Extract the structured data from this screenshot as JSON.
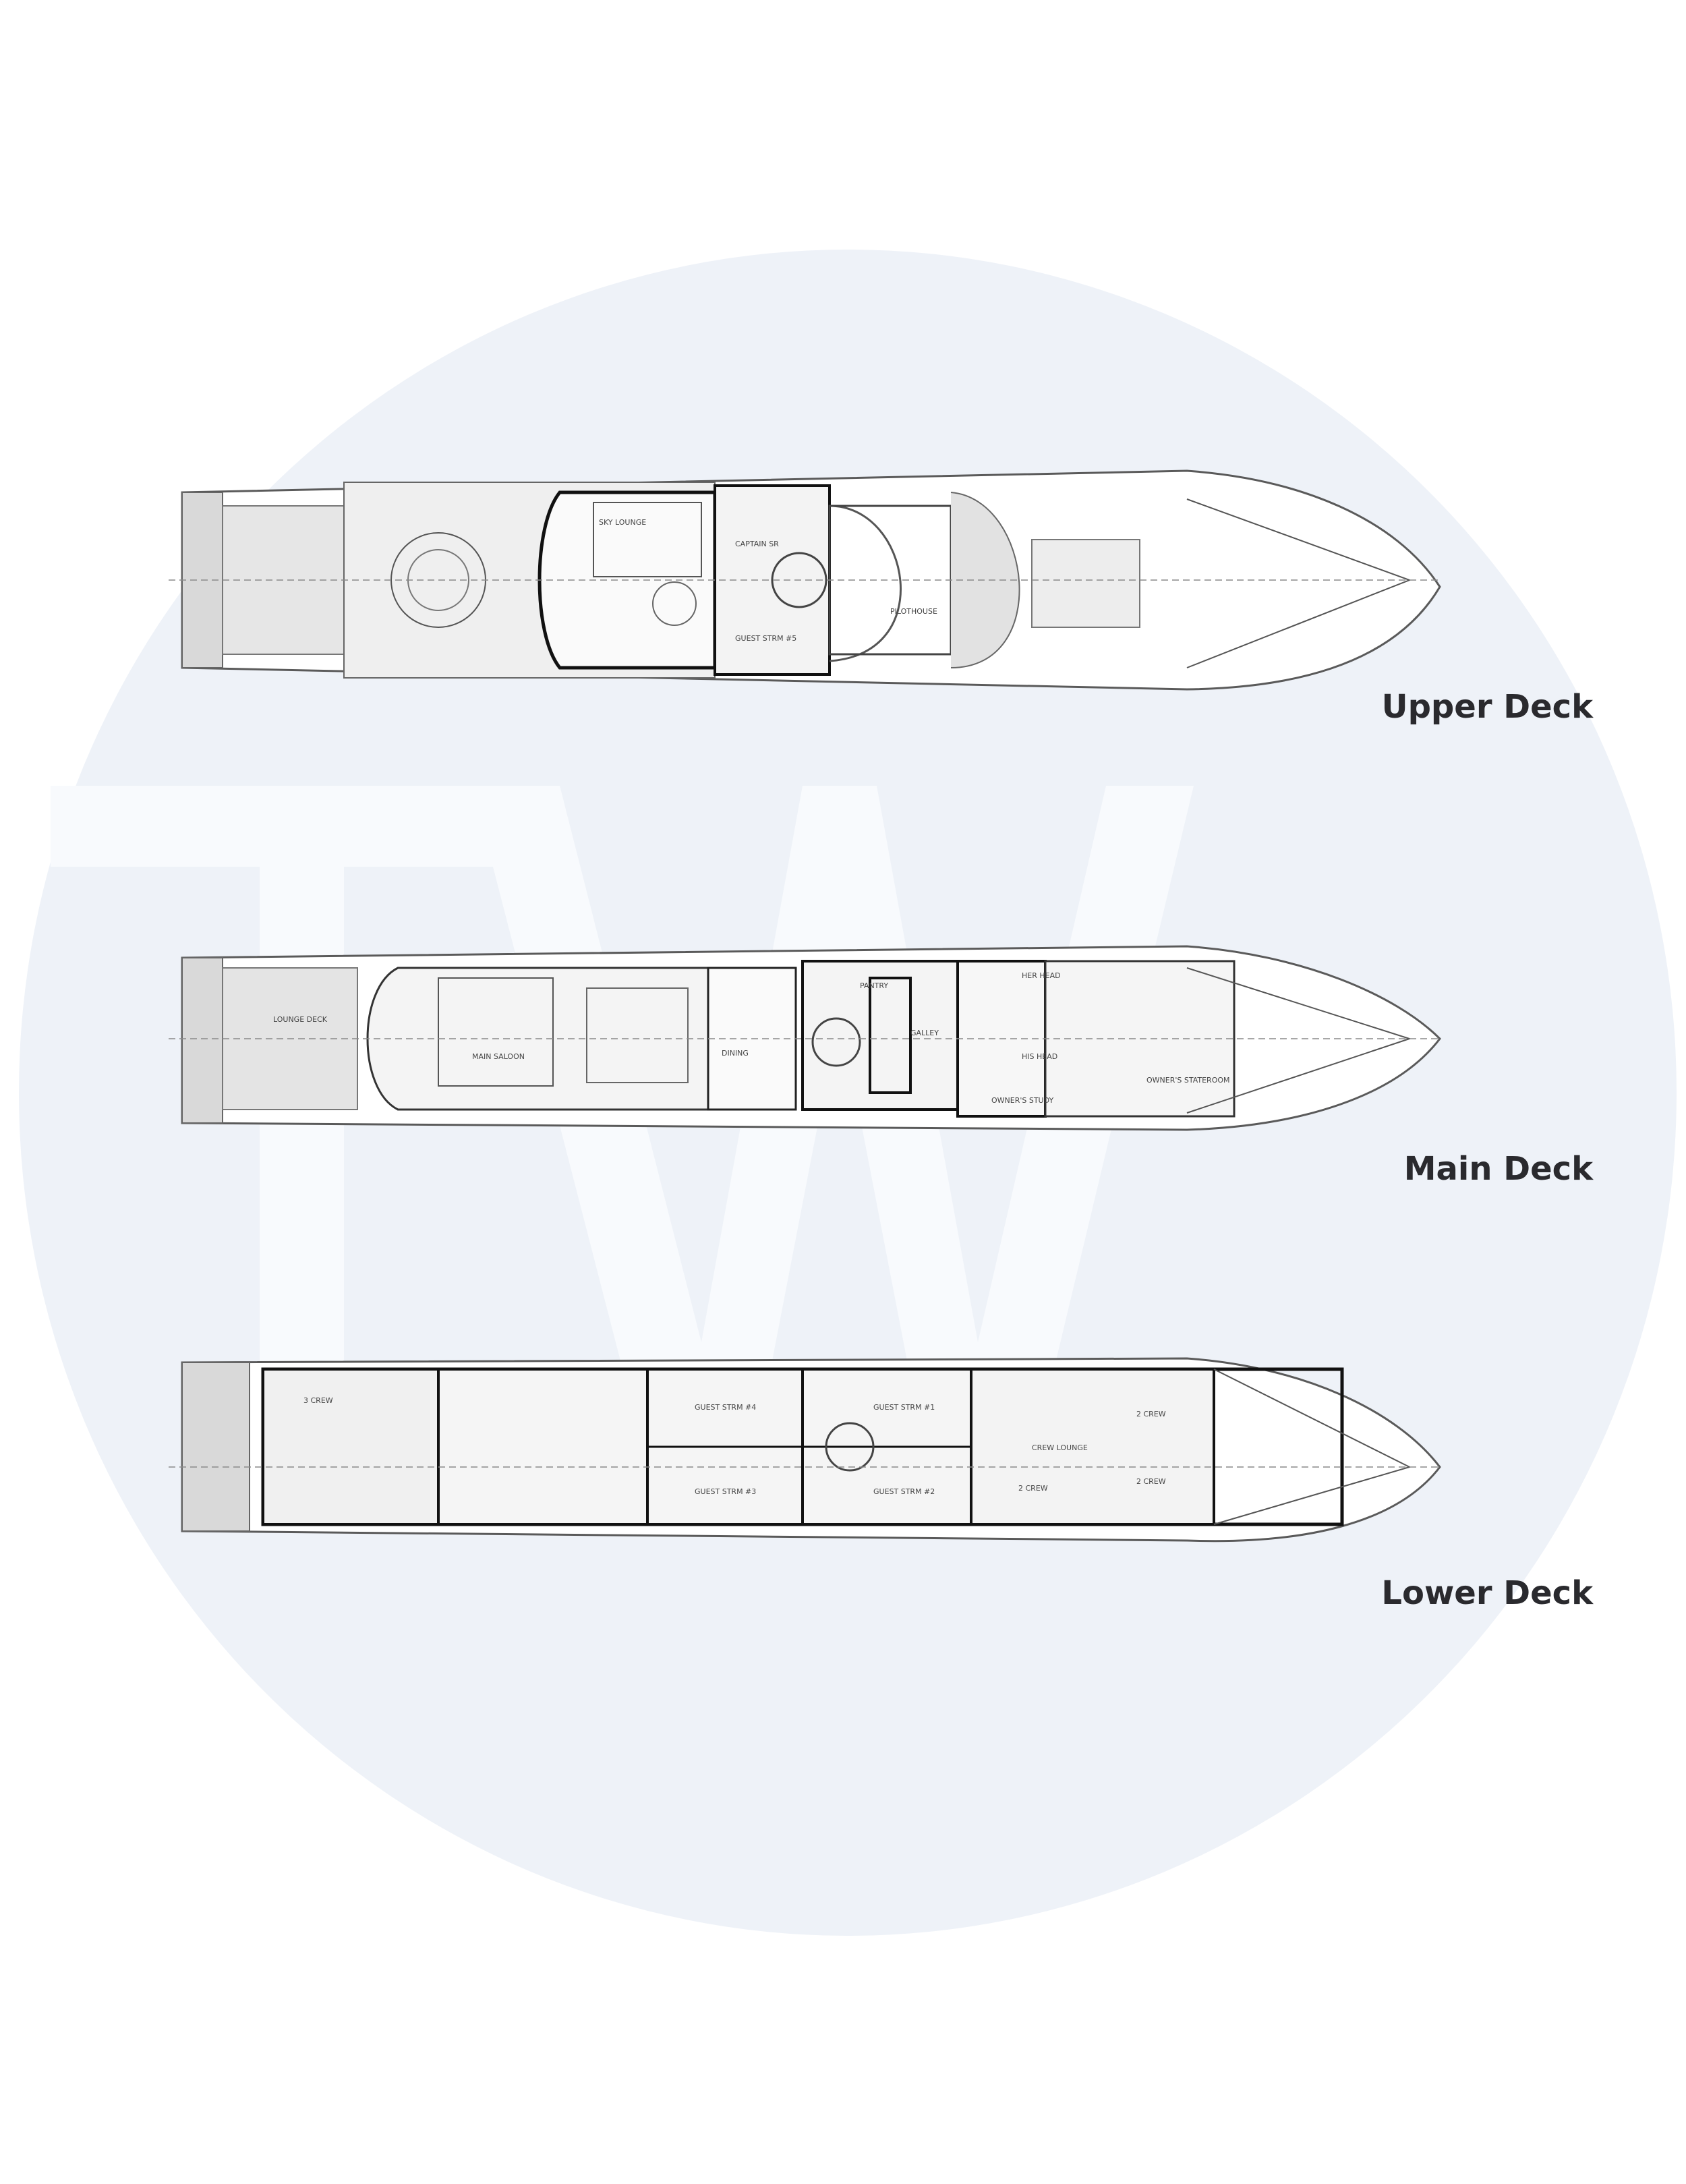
{
  "watermark": {
    "text": "TW"
  },
  "decks": [
    {
      "label": "Upper Deck",
      "rooms": [
        "SKY LOUNGE",
        "CAPTAIN SR",
        "GUEST STRM #5",
        "PILOTHOUSE"
      ]
    },
    {
      "label": "Main Deck",
      "rooms": [
        "LOUNGE DECK",
        "MAIN SALOON",
        "DINING",
        "PANTRY",
        "GALLEY",
        "HER HEAD",
        "HIS HEAD",
        "OWNER'S STUDY",
        "OWNER'S STATEROOM"
      ]
    },
    {
      "label": "Lower Deck",
      "rooms": [
        "3 CREW",
        "GUEST STRM #4",
        "GUEST STRM #3",
        "GUEST STRM #1",
        "GUEST STRM #2",
        "CREW LOUNGE",
        "2 CREW",
        "2 CREW",
        "2 CREW"
      ]
    }
  ],
  "colors": {
    "circle": "#eef2f8",
    "line": "#5a5a5a",
    "heavy_wall": "#111111",
    "deck_hatch": "#d9d9d9",
    "label": "#2a2a2e"
  }
}
